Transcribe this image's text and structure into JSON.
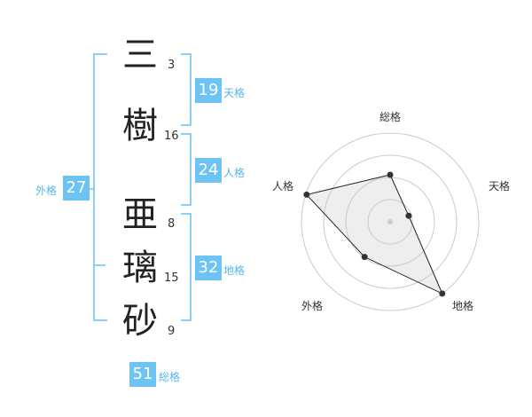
{
  "name": {
    "chars": [
      {
        "char": "三",
        "strokes": "3"
      },
      {
        "char": "樹",
        "strokes": "16"
      },
      {
        "char": "亜",
        "strokes": "8"
      },
      {
        "char": "璃",
        "strokes": "15"
      },
      {
        "char": "砂",
        "strokes": "9"
      }
    ]
  },
  "kakusu": {
    "tenkaku": {
      "value": "19",
      "label": "天格"
    },
    "jinkaku": {
      "value": "24",
      "label": "人格"
    },
    "chikaku": {
      "value": "32",
      "label": "地格"
    },
    "gaikaku": {
      "value": "27",
      "label": "外格"
    },
    "soukaku": {
      "value": "51",
      "label": "総格"
    }
  },
  "colors": {
    "accent": "#6ec3f5",
    "bracket": "#8cd0f7"
  },
  "chart_data": {
    "type": "radar",
    "axes": [
      "総格",
      "天格",
      "地格",
      "外格",
      "人格"
    ],
    "ring_count": 4,
    "values": [
      0.53,
      0.22,
      1.0,
      0.49,
      0.99
    ],
    "grid": true
  }
}
